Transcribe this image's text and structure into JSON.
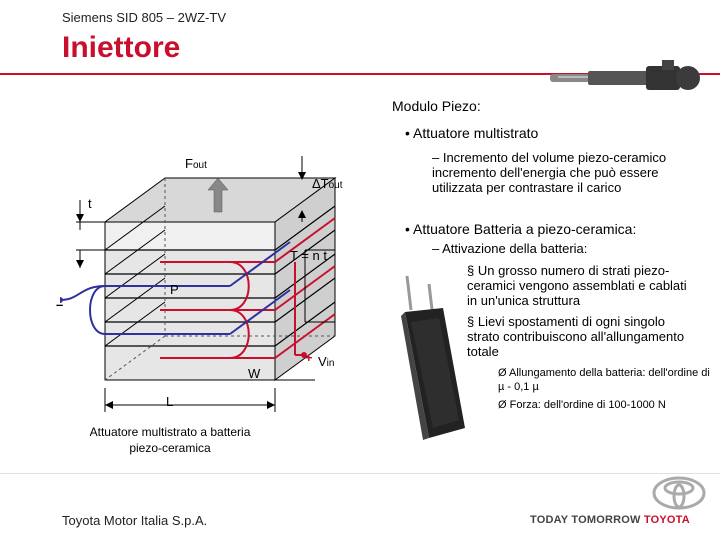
{
  "header": {
    "subtitle": "Siemens SID 805 – 2WZ-TV",
    "title": "Iniettore"
  },
  "right": {
    "modulo": "Modulo Piezo:",
    "b1": "• Attuatore multistrato",
    "b1_sub": "– Incremento del volume piezo-ceramico incremento dell'energia che può essere utilizzata per contrastare il carico",
    "b2": "• Attuatore Batteria a piezo-ceramica:",
    "b2_sub": "– Attivazione della batteria:",
    "b2_items": [
      "§ Un grosso numero di strati piezo-ceramici vengono assemblati e cablati in un'unica struttura",
      "§ Lievi spostamenti di ogni singolo strato contribuiscono all'allungamento totale"
    ],
    "b2_arrows": [
      "Ø Allungamento della batteria: dell'ordine di µ - 0,1 µ",
      "Ø Forza: dell'ordine di 100-1000 N"
    ]
  },
  "diagram": {
    "f_label": "F",
    "f_sub": "out",
    "dt_label": "ΔT",
    "dt_sub": "out",
    "t_label": "t",
    "tnt_label": "T = n t",
    "p_label": "P",
    "minus": "–",
    "w_label": "W",
    "plus": "+",
    "vin_label": "V",
    "vin_sub": "in",
    "l_label": "L",
    "caption": "Attuatore multistrato a batteria piezo-ceramica"
  },
  "footer": {
    "company": "Toyota Motor Italia S.p.A.",
    "brand_a": "TODAY TOMORROW",
    "brand_b": "TOYOTA"
  },
  "colors": {
    "accent": "#c8102e",
    "blue_wire": "#3030a0",
    "red_wire": "#c8102e"
  },
  "icons": [
    "injector-image",
    "piezo-stack-image",
    "toyota-logo-icon"
  ]
}
